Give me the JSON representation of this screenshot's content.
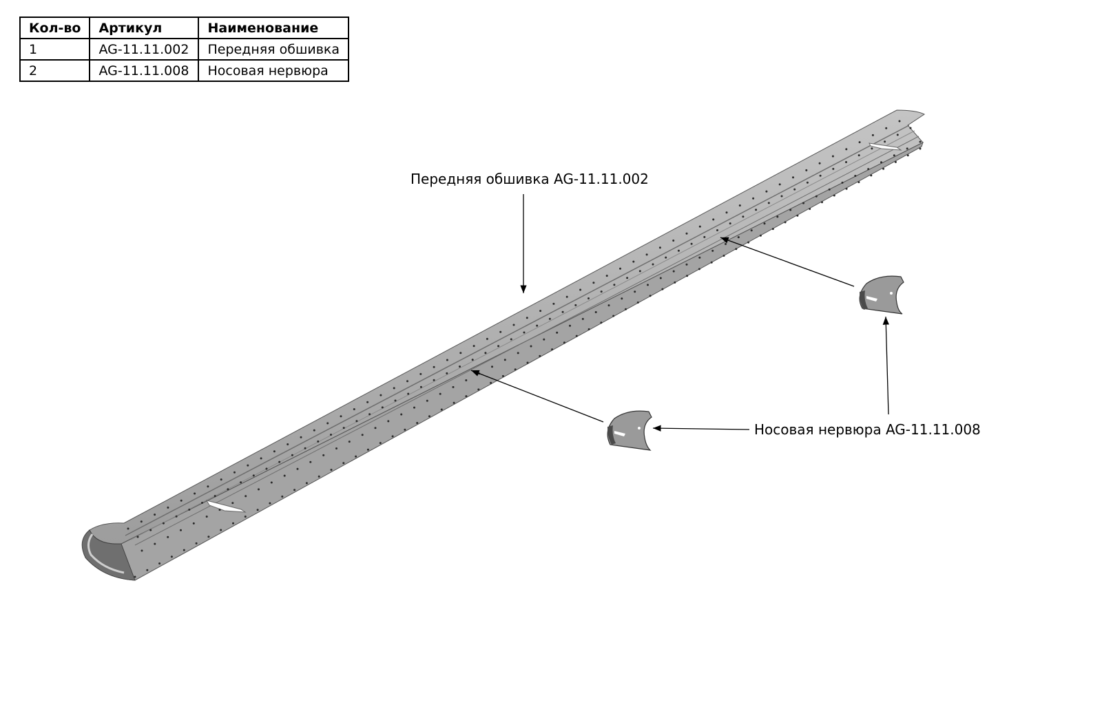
{
  "bom": {
    "headers": [
      "Кол-во",
      "Артикул",
      "Наименование"
    ],
    "rows": [
      [
        "1",
        "AG-11.11.002",
        "Передняя обшивка"
      ],
      [
        "2",
        "AG-11.11.008",
        "Носовая нервюра"
      ]
    ]
  },
  "callouts": {
    "skin": "Передняя обшивка AG-11.11.002",
    "rib": "Носовая нервюра AG-11.11.008"
  },
  "colors": {
    "part_fill": "#a9a9a9",
    "part_dark": "#6f6f6f",
    "rivet": "#2b2b2b",
    "leader": "#000000"
  }
}
